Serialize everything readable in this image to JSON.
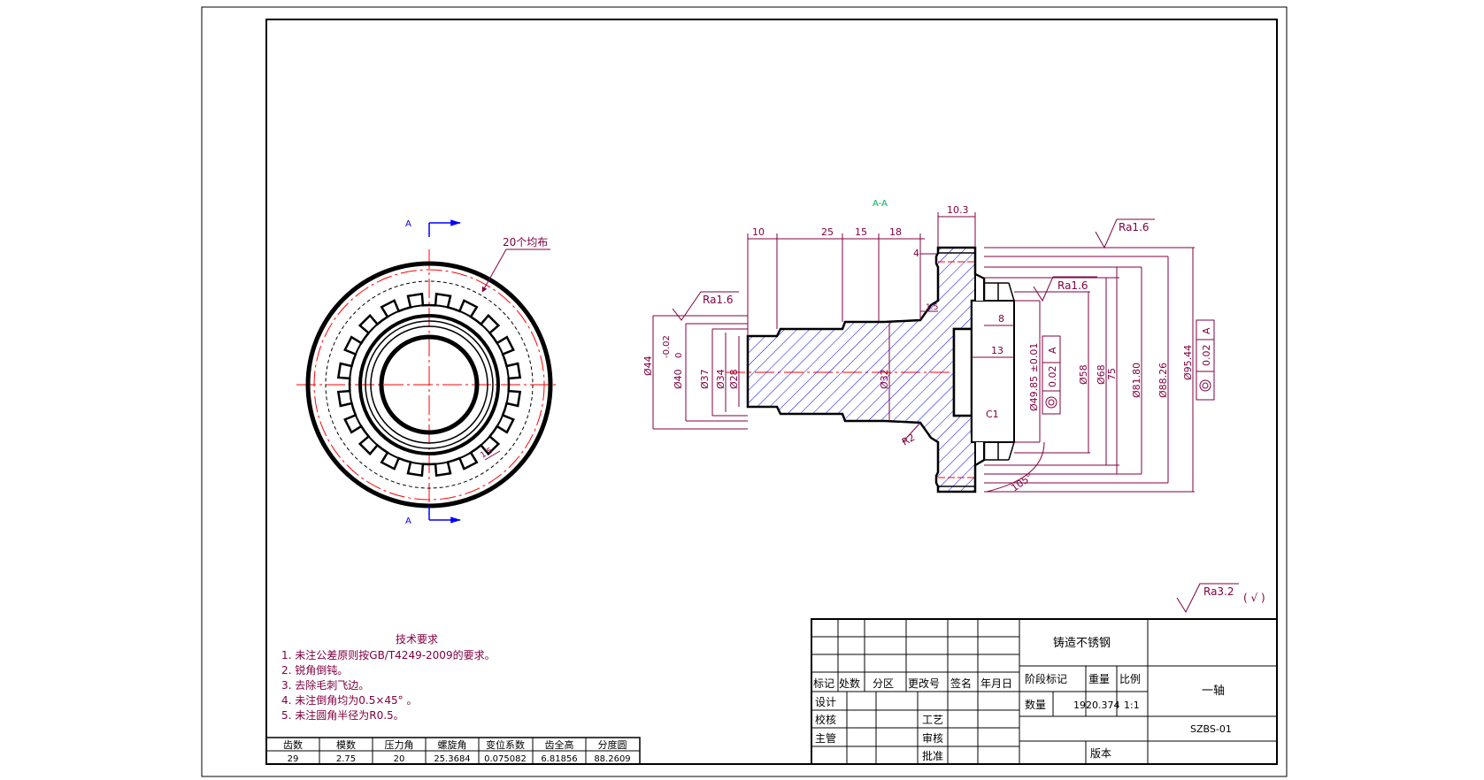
{
  "colors": {
    "outline": "#000000",
    "dimension": "#800040",
    "center_line": "#ff0000",
    "hatch": "#0000ff",
    "section_label": "#00b050",
    "section_marker": "#0000ff",
    "gear_dim": "#800040"
  },
  "front_view": {
    "section_marker_top": "A",
    "section_marker_bottom": "A",
    "note_teeth": "20个均布",
    "small_dim": "1.5"
  },
  "section_view": {
    "title": "A-A",
    "roughness_1": "Ra1.6",
    "roughness_2": "Ra1.6",
    "roughness_3": "Ra1.6",
    "top_dims": [
      "10",
      "25",
      "15",
      "18"
    ],
    "dim_10_3": "10.3",
    "dim_4": "4",
    "dim_1_5": "1.5",
    "dim_8": "8",
    "dim_13": "13",
    "chamfer": "C1",
    "radius": "R2",
    "angle": "105°",
    "diam_44": "Ø44",
    "tol_40": "Ø40",
    "tol_40_upper": "-0.02",
    "tol_40_lower": "0",
    "diam_37": "Ø37",
    "diam_34": "Ø34",
    "diam_28": "Ø28",
    "diam_32": "Ø32",
    "diam_49_85": "Ø49.85 ±0.01",
    "gtol_49_value": "0.02",
    "gtol_49_datum": "A",
    "diam_58": "Ø58",
    "diam_68": "Ø68",
    "dim_75": "75",
    "diam_81_80": "Ø81.80",
    "diam_88_26": "Ø88.26",
    "diam_95_44": "Ø95.44",
    "gtol_95_value": "0.02",
    "gtol_95_datum": "A"
  },
  "general_roughness": {
    "label": "Ra3.2",
    "suffix": "( √ )"
  },
  "tech_requirements": {
    "title": "技术要求",
    "items": [
      "1.   未注公差原则按GB/T4249-2009的要求。",
      "2.   锐角倒钝。",
      "3.   去除毛刺飞边。",
      "4.   未注倒角均为0.5×45°  。",
      "5.   未注圆角半径为R0.5。"
    ]
  },
  "gear_table": {
    "headers": [
      "齿数",
      "模数",
      "压力角",
      "螺旋角",
      "变位系数",
      "齿全高",
      "分度圆"
    ],
    "values": [
      "29",
      "2.75",
      "20",
      "25.3684",
      "0.075082",
      "6.81856",
      "88.2609"
    ]
  },
  "title_block": {
    "material": "铸造不锈钢",
    "part_name": "一轴",
    "drawing_no": "SZBS-01",
    "rev_headers": [
      "标记",
      "处数",
      "分区",
      "更改号",
      "签名",
      "年月日"
    ],
    "stage_label": "阶段标记",
    "weight_label": "重量",
    "scale_label": "比例",
    "qty_label": "数量",
    "weight_value": "1920.374",
    "scale_value": "1:1",
    "version_label": "版本",
    "design": "设计",
    "check": "校核",
    "supervisor": "主管",
    "process": "工艺",
    "review": "审核",
    "approve": "批准"
  }
}
